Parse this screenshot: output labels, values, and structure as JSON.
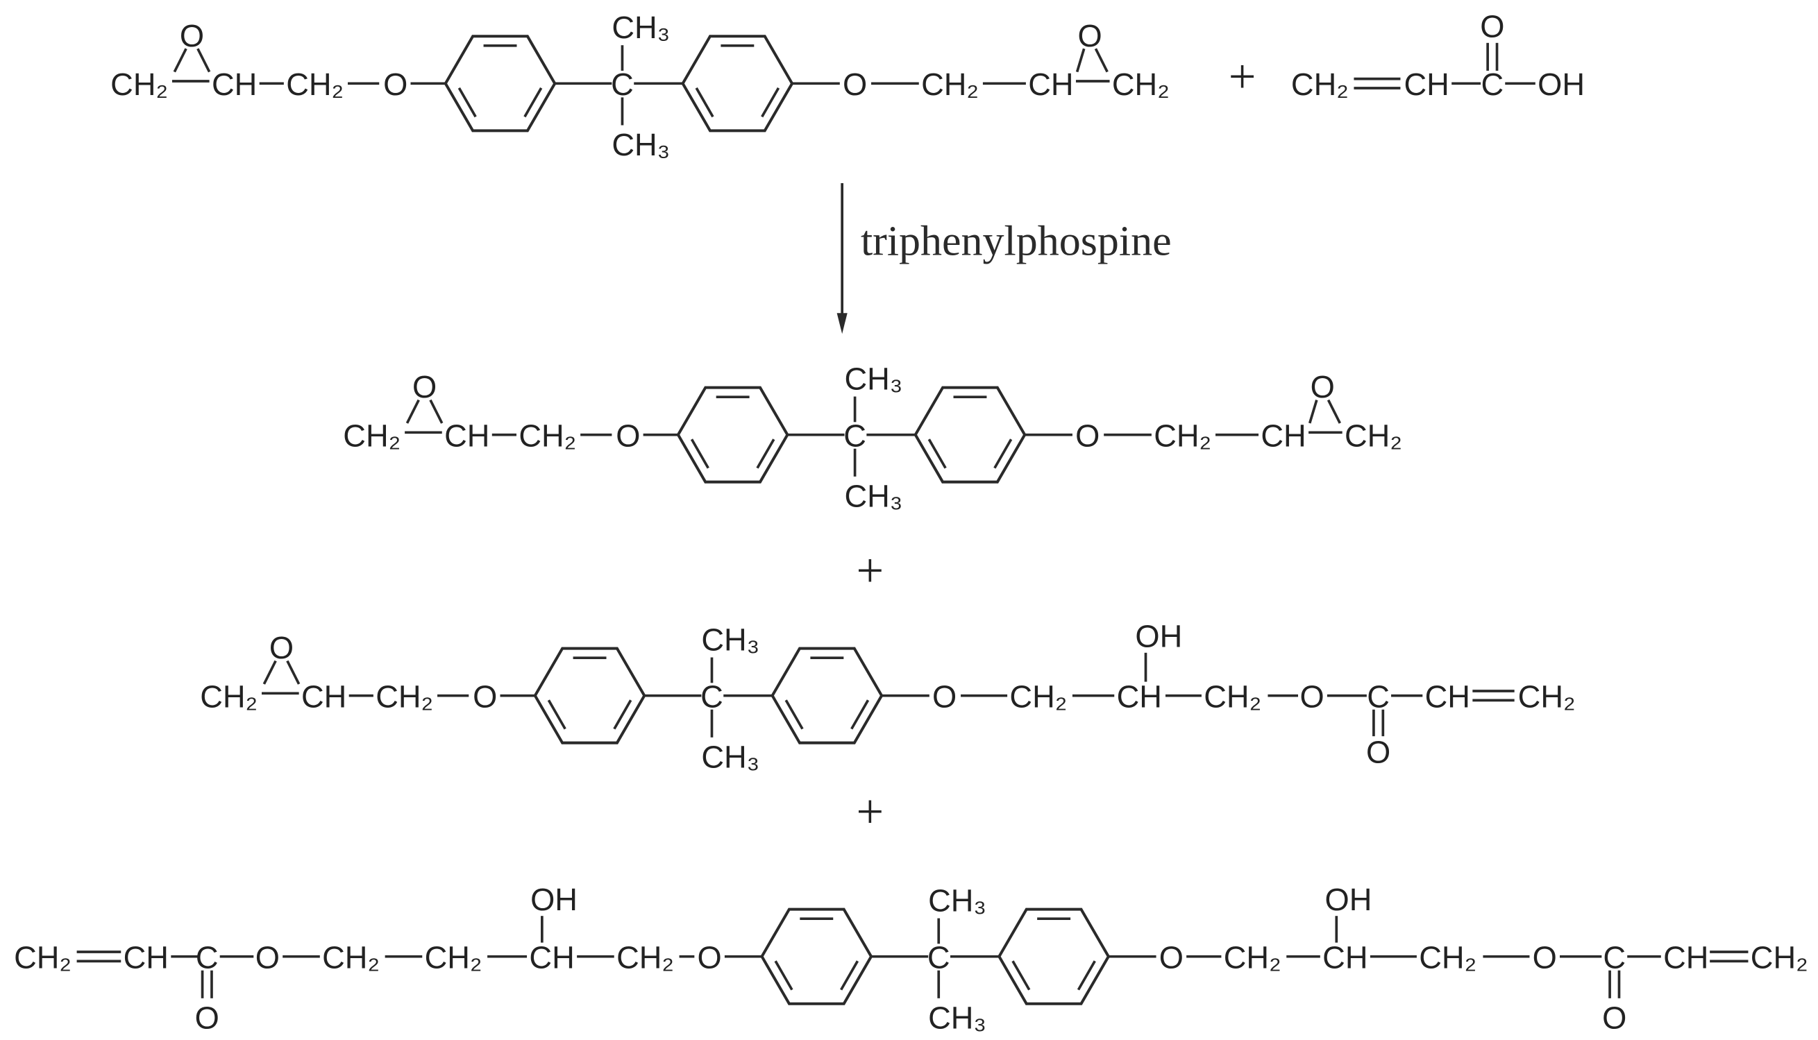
{
  "reactants": {
    "diepoxide": {
      "epoxide_left": {
        "ch2": "CH₂",
        "o": "O",
        "ch": "CH"
      },
      "ch2_left": "CH₂",
      "ether_o_left": "O",
      "core": {
        "c": "C",
        "ch3_top": "CH₃",
        "ch3_bottom": "CH₃"
      },
      "ether_o_right": "O",
      "ch2_right": "CH₂",
      "epoxide_right": {
        "ch": "CH",
        "o": "O",
        "ch2": "CH₂"
      }
    },
    "plus": "+",
    "acrylic_acid": {
      "ch2": "CH₂",
      "ch": "CH",
      "c": "C",
      "carbonyl_o": "O",
      "oh": "OH"
    }
  },
  "catalyst": "triphenylphospine",
  "products": {
    "diepoxide": {
      "epoxide_left": {
        "ch2": "CH₂",
        "o": "O",
        "ch": "CH"
      },
      "ch2_left": "CH₂",
      "ether_o_left": "O",
      "core": {
        "c": "C",
        "ch3_top": "CH₃",
        "ch3_bottom": "CH₃"
      },
      "ether_o_right": "O",
      "ch2_right": "CH₂",
      "epoxide_right": {
        "ch": "CH",
        "o": "O",
        "ch2": "CH₂"
      }
    },
    "plus_1": "+",
    "monoacrylate": {
      "epoxide": {
        "ch2": "CH₂",
        "o": "O",
        "ch": "CH"
      },
      "ch2_left": "CH₂",
      "ether_o_left": "O",
      "core": {
        "c": "C",
        "ch3_top": "CH₃",
        "ch3_bottom": "CH₃"
      },
      "ether_o_right": "O",
      "chain": {
        "ch2_a": "CH₂",
        "ch": "CH",
        "oh": "OH",
        "ch2_b": "CH₂",
        "ester_o": "O",
        "c": "C",
        "carbonyl_o": "O",
        "vinyl_ch": "CH",
        "vinyl_ch2": "CH₂"
      }
    },
    "plus_2": "+",
    "diacrylate": {
      "left_chain": {
        "vinyl_ch2": "CH₂",
        "vinyl_ch": "CH",
        "c": "C",
        "carbonyl_o": "O",
        "ester_o": "O",
        "ch2_a": "CH₂",
        "ch2_b": "CH₂",
        "ch": "CH",
        "oh": "OH",
        "ch2_c": "CH₂",
        "ether_o": "O"
      },
      "core": {
        "c": "C",
        "ch3_top": "CH₃",
        "ch3_bottom": "CH₃"
      },
      "right_chain": {
        "ether_o": "O",
        "ch2_a": "CH₂",
        "ch": "CH",
        "oh": "OH",
        "ch2_b": "CH₂",
        "ester_o": "O",
        "c": "C",
        "carbonyl_o": "O",
        "vinyl_ch": "CH",
        "vinyl_ch2": "CH₂"
      }
    }
  }
}
